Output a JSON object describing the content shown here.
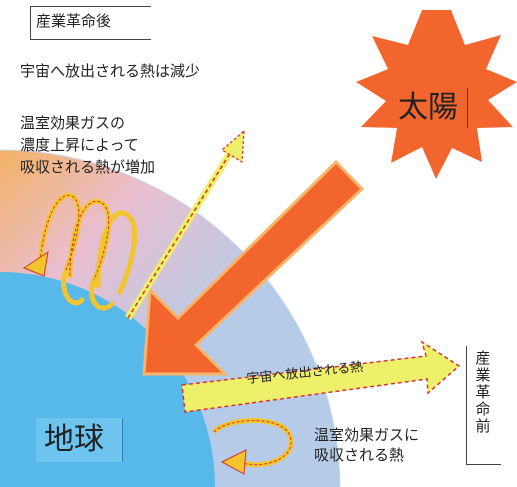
{
  "after_label": "産業革命後",
  "space_reduced": "宇宙へ放出される熱は減少",
  "ghg_increase": [
    "温室効果ガスの",
    "濃度上昇によって",
    "吸収される熱が増加"
  ],
  "sun_label": "太陽",
  "earth_label": "地球",
  "space_emitted": "宇宙へ放出される熱",
  "ghg_absorbed": [
    "温室効果ガスに",
    "吸収される熱"
  ],
  "before_label": "産業革命前",
  "colors": {
    "sun": "#f2662e",
    "earth": "#57b8ea",
    "atmosphere_inner": "#f2a64a",
    "atmosphere_outer": "#a9c4e2",
    "arrow_yellow": "#eef06a",
    "arrow_dash": "#cc2a2a"
  }
}
